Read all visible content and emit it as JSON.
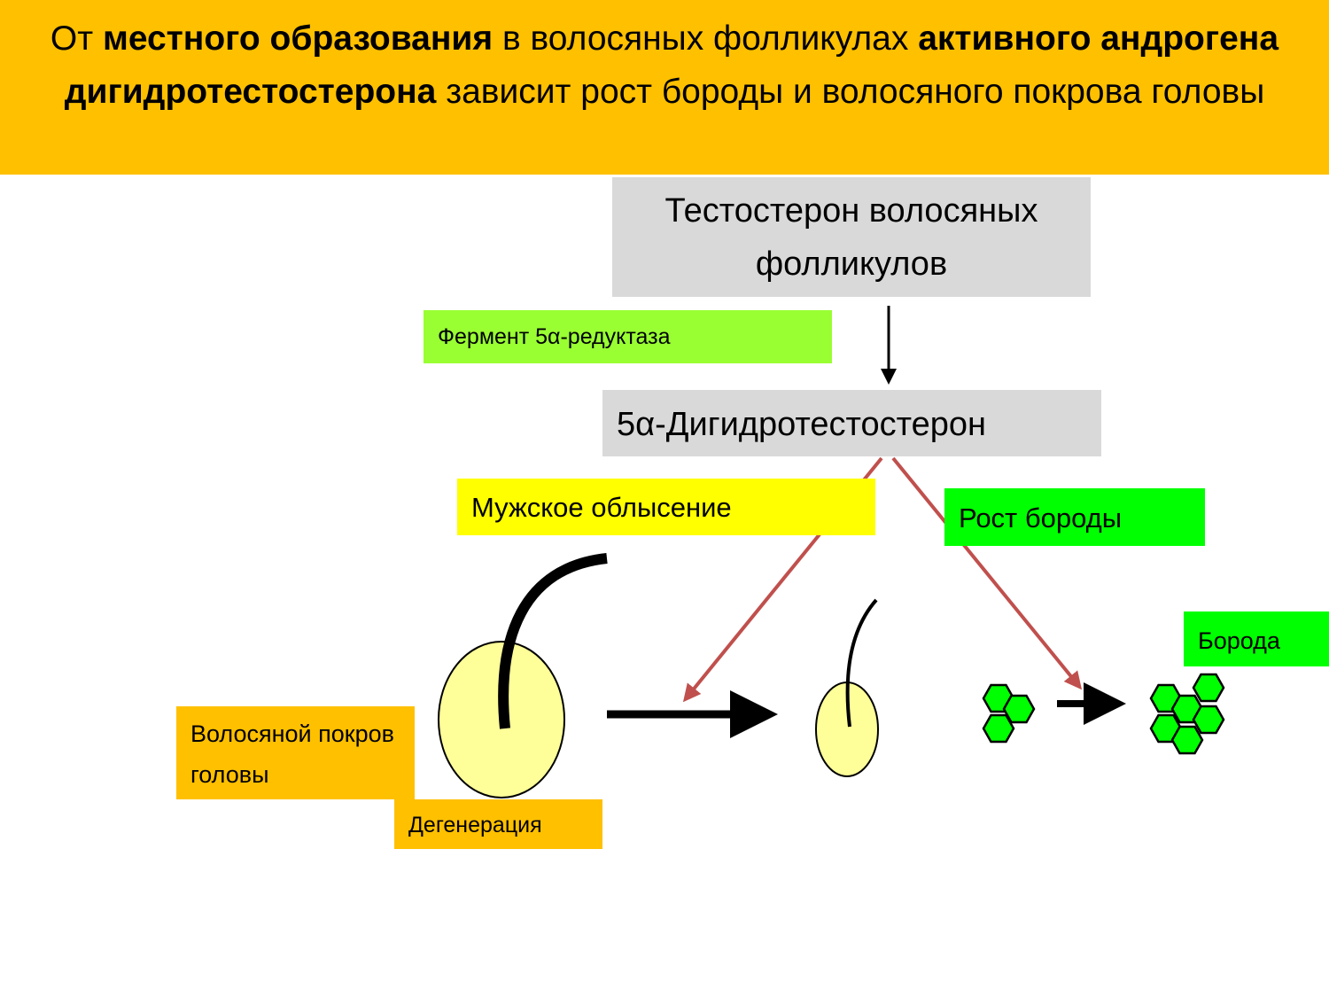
{
  "title": {
    "part1": "От ",
    "bold1": "местного образования",
    "part2": " в волосяных фолликулах ",
    "bold2": "активного андрогена дигидротестостерона",
    "part3": " зависит  рост бороды и волосяного покрова головы"
  },
  "boxes": {
    "testosterone": "Тестостерон волосяных фолликулов",
    "enzyme": "Фермент 5α-редуктаза",
    "dht": "5α-Дигидротестостерон",
    "male_baldness": "Мужское облысение",
    "beard_growth": "Рост бороды",
    "beard": "Борода",
    "scalp_hair": "Волосяной покров головы",
    "degeneration": "Дегенерация"
  },
  "colors": {
    "band": "#FFC000",
    "gray": "#D9D9D9",
    "enzyme_green": "#99FF33",
    "green": "#00FF00",
    "yellow": "#FFFF00",
    "follicle": "#FFFF99",
    "red_arrow": "#C0504D"
  }
}
